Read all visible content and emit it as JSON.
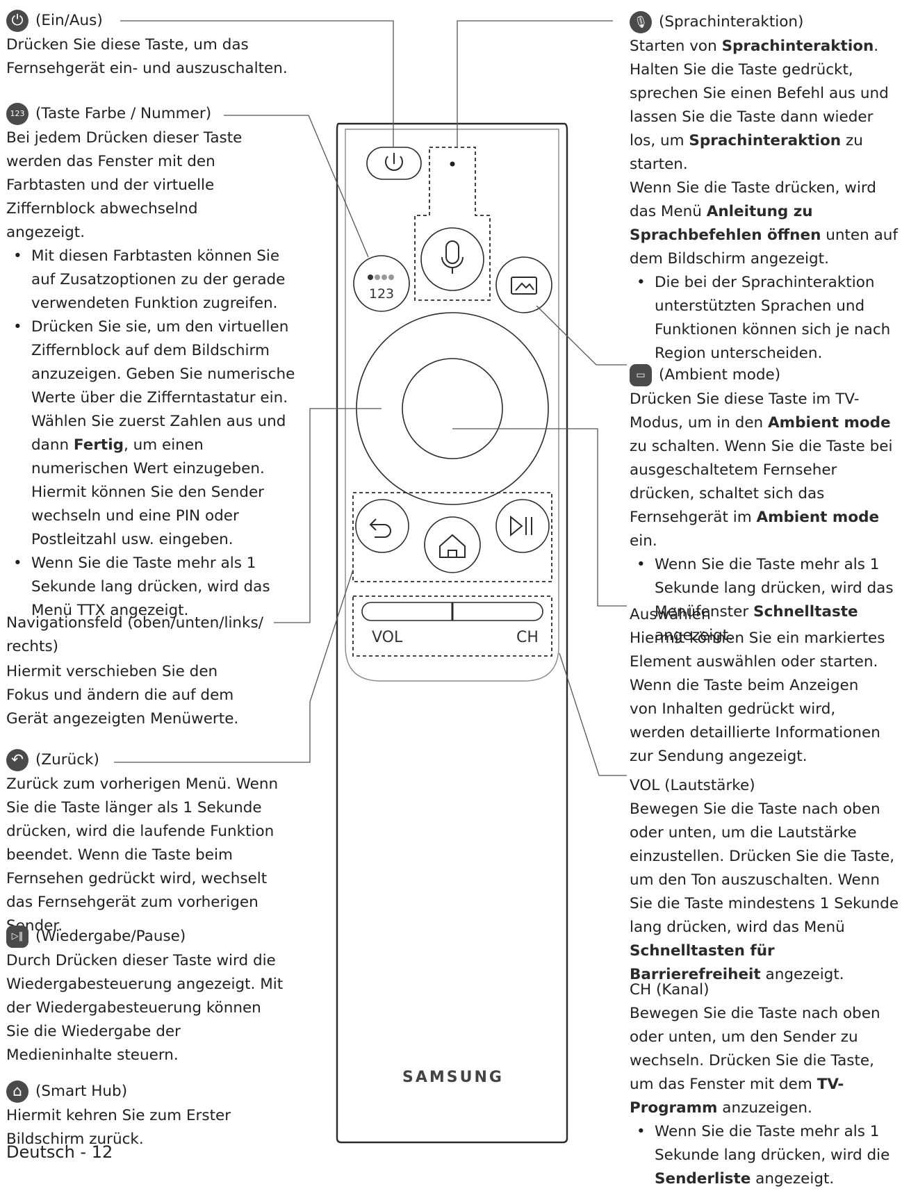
{
  "footer": "Deutsch - 12",
  "remote": {
    "brand": "SAMSUNG",
    "vol": "VOL",
    "ch": "CH",
    "num": "123"
  },
  "left": {
    "power": {
      "title": "(Ein/Aus)",
      "body": "Drücken Sie diese Taste, um das Fernsehgerät ein- und auszuschalten."
    },
    "color_num": {
      "title": "(Taste Farbe / Nummer)",
      "body": "Bei jedem Drücken dieser Taste werden das Fenster mit den Farbtasten und der virtuelle Ziffernblock abwechselnd angezeigt.",
      "bullet1": "Mit diesen Farbtasten können Sie auf Zusatzoptionen zu der gerade verwendeten Funktion zugreifen.",
      "bullet2_a": "Drücken Sie sie, um den virtuellen Ziffernblock auf dem Bildschirm anzuzeigen. Geben Sie numerische Werte über die Zifferntastatur ein. Wählen Sie zuerst Zahlen aus und dann ",
      "bullet2_b": "Fertig",
      "bullet2_c": ", um einen numerischen Wert einzugeben. Hiermit können Sie den Sender wechseln und eine PIN oder Postleitzahl usw. eingeben.",
      "bullet3": "Wenn Sie die Taste mehr als 1 Sekunde lang drücken, wird das Menü TTX angezeigt."
    },
    "nav": {
      "title": "Navigationsfeld (oben/unten/links/ rechts)",
      "body": "Hiermit verschieben Sie den Fokus und ändern die auf dem Gerät angezeigten Menüwerte."
    },
    "back": {
      "title": "(Zurück)",
      "body": "Zurück zum vorherigen Menü. Wenn Sie die Taste länger als 1 Sekunde drücken, wird die laufende Funktion beendet. Wenn die Taste beim Fernsehen gedrückt wird, wechselt das Fernsehgerät zum vorherigen Sender."
    },
    "play": {
      "title": "(Wiedergabe/Pause)",
      "body": "Durch Drücken dieser Taste wird die Wiedergabesteuerung angezeigt. Mit der Wiedergabesteuerung können Sie die Wiedergabe der Medieninhalte steuern."
    },
    "home": {
      "title": "(Smart Hub)",
      "body": "Hiermit kehren Sie zum Erster Bildschirm zurück."
    }
  },
  "right": {
    "voice": {
      "title": "(Sprachinteraktion)",
      "p1_a": "Starten von ",
      "p1_b": "Sprachinteraktion",
      "p1_c": ". Halten Sie die Taste gedrückt, sprechen Sie einen Befehl aus und lassen Sie die Taste dann wieder los, um ",
      "p1_d": "Sprachinteraktion",
      "p1_e": " zu starten.",
      "p2_a": "Wenn Sie die Taste drücken, wird das Menü ",
      "p2_b": "Anleitung zu Sprachbefehlen öffnen",
      "p2_c": " unten auf dem Bildschirm angezeigt.",
      "bullet": "Die bei der Sprachinteraktion unterstützten Sprachen und Funktionen können sich je nach Region unterscheiden."
    },
    "ambient": {
      "title": "(Ambient mode)",
      "p1_a": "Drücken Sie diese Taste im TV-Modus, um in den ",
      "p1_b": "Ambient mode",
      "p1_c": " zu schalten. Wenn Sie die Taste bei ausgeschaltetem Fernseher drücken, schaltet sich das Fernsehgerät im ",
      "p1_d": "Ambient mode",
      "p1_e": " ein.",
      "bullet_a": "Wenn Sie die Taste mehr als 1 Sekunde lang drücken, wird das Menüfenster ",
      "bullet_b": "Schnelltaste",
      "bullet_c": " angezeigt."
    },
    "select": {
      "title": "Auswählen",
      "body": "Hiermit können Sie ein markiertes Element auswählen oder starten. Wenn die Taste beim Anzeigen von Inhalten gedrückt wird, werden detaillierte Informationen zur Sendung angezeigt."
    },
    "vol": {
      "title": "VOL (Lautstärke)",
      "p_a": "Bewegen Sie die Taste nach oben oder unten, um die Lautstärke einzustellen. Drücken Sie die Taste, um den Ton auszuschalten. Wenn Sie die Taste mindestens 1 Sekunde lang drücken, wird das Menü ",
      "p_b": "Schnelltasten für Barrierefreiheit",
      "p_c": " angezeigt."
    },
    "ch": {
      "title": "CH (Kanal)",
      "p_a": "Bewegen Sie die Taste nach oben oder unten, um den Sender zu wechseln. Drücken Sie die Taste, um das Fenster mit dem ",
      "p_b": "TV-Programm",
      "p_c": " anzuzeigen.",
      "bullet_a": "Wenn Sie die Taste mehr als 1 Sekunde lang drücken, wird die ",
      "bullet_b": "Senderliste",
      "bullet_c": " angezeigt."
    }
  }
}
